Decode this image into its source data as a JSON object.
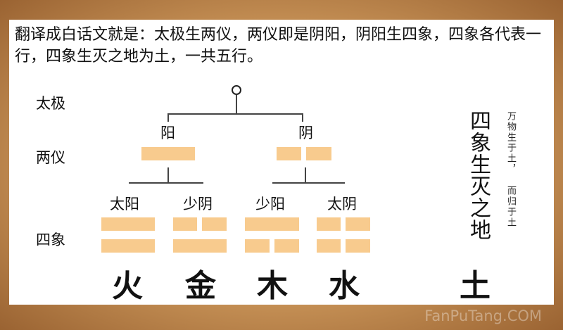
{
  "caption": "翻译成白话文就是：太极生两仪，两仪即是阴阳，阴阳生四象，四象各代表一行，四象生灭之地为土，一共五行。",
  "row_labels": {
    "taiji": "太极",
    "liangyi": "两仪",
    "sixiang": "四象"
  },
  "liangyi": {
    "yang": "阳",
    "yin": "阴"
  },
  "sixiang": {
    "taiyang": "太阳",
    "shaoyin": "少阴",
    "shaoyang": "少阳",
    "taiyin": "太阴"
  },
  "elements": {
    "fire": "火",
    "metal": "金",
    "wood": "木",
    "water": "水",
    "earth": "土"
  },
  "side_title": "四象生灭之地",
  "side_note_1": "万物生于土，",
  "side_note_2": "而归于土",
  "watermark": "FanPuTang.COM",
  "colors": {
    "bar": "#f8cb8e",
    "background": "#c99458"
  }
}
